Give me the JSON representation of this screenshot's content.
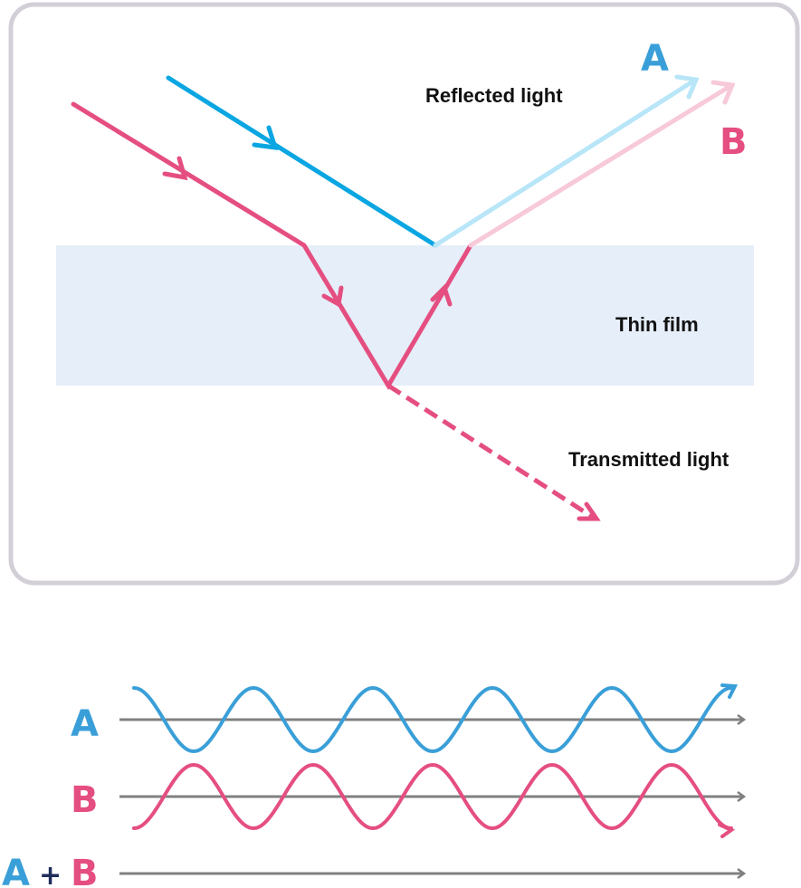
{
  "labels": {
    "reflected": "Reflected light",
    "thin_film": "Thin film",
    "transmitted": "Transmitted light",
    "ray_a": "A",
    "ray_b": "B",
    "wave_a": "A",
    "wave_b": "B",
    "sum_a": "A",
    "sum_plus": "+",
    "sum_b": "B"
  },
  "colors": {
    "ray_a": "#0aa6e2",
    "ray_a_reflected": "#b8e6f8",
    "ray_b": "#e54e80",
    "ray_b_reflected": "#f7c9d9",
    "label_a": "#3a9fd8",
    "label_b": "#e54e80",
    "wave_a": "#3a9fd8",
    "wave_b": "#e54e80",
    "plus": "#1f2d5c",
    "axis": "#808080",
    "film": "#e5eef9",
    "frame": "#d3cfd7"
  },
  "waves": {
    "cycles": 5,
    "phase_difference": "180°"
  }
}
